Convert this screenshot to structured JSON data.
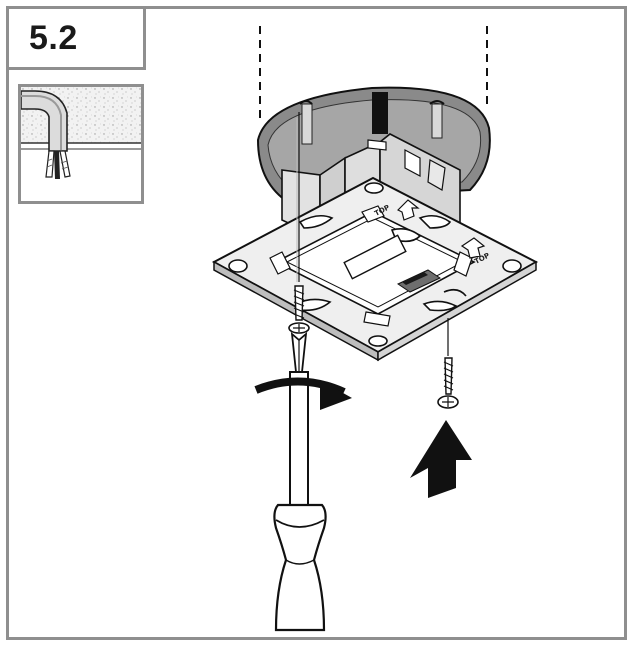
{
  "step": {
    "label": "5.2"
  },
  "plate": {
    "top_marks": [
      "TOP",
      "TOP"
    ]
  },
  "colors": {
    "frame": "#8f8f8f",
    "stroke": "#111111",
    "box_dark": "#8a8a8a",
    "box_light": "#d4d4d4",
    "arrow": "#111111"
  },
  "icons": [
    "wall-cable-inset-icon",
    "screwdriver-icon",
    "screw-icon",
    "rotate-arrow-icon",
    "up-arrow-icon"
  ]
}
